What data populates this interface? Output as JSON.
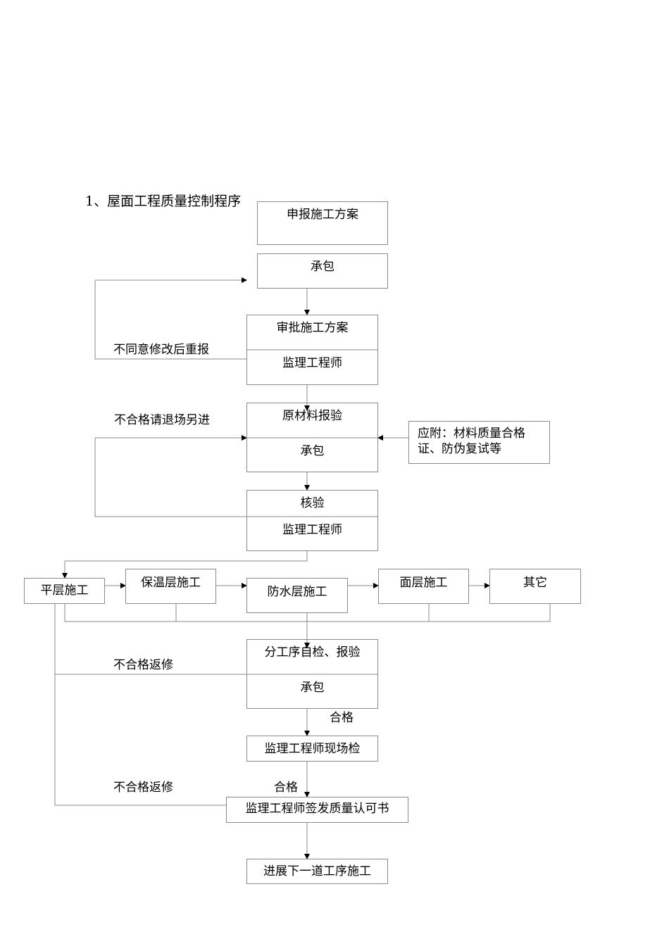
{
  "title": "1、屋面工程质量控制程序",
  "nodes": {
    "declare_plan": "申报施工方案",
    "contractor_1": "承包",
    "approve_plan": "审批施工方案",
    "supervisor_1": "监理工程师",
    "raw_material_report": "原材料报验",
    "contractor_2": "承包",
    "attachment_line1": "应附：材料质量合格",
    "attachment_line2": "证、防伪复试等",
    "verify": "核验",
    "supervisor_2": "监理工程师",
    "leveling": "平层施工",
    "insulation": "保温层施工",
    "waterproof": "防水层施工",
    "surface": "面层施工",
    "others": "其它",
    "self_inspect": "分工序自检、报验",
    "contractor_3": "承包",
    "site_inspect": "监理工程师现场检",
    "sign_cert": "监理工程师签发质量认可书",
    "next_process": "进展下一道工序施工"
  },
  "labels": {
    "disagree_resubmit": "不同意修改后重报",
    "reject_material": "不合格请退场另进",
    "rework_1": "不合格返修",
    "pass_1": "合格",
    "rework_2": "不合格返修",
    "pass_2": "合格"
  }
}
